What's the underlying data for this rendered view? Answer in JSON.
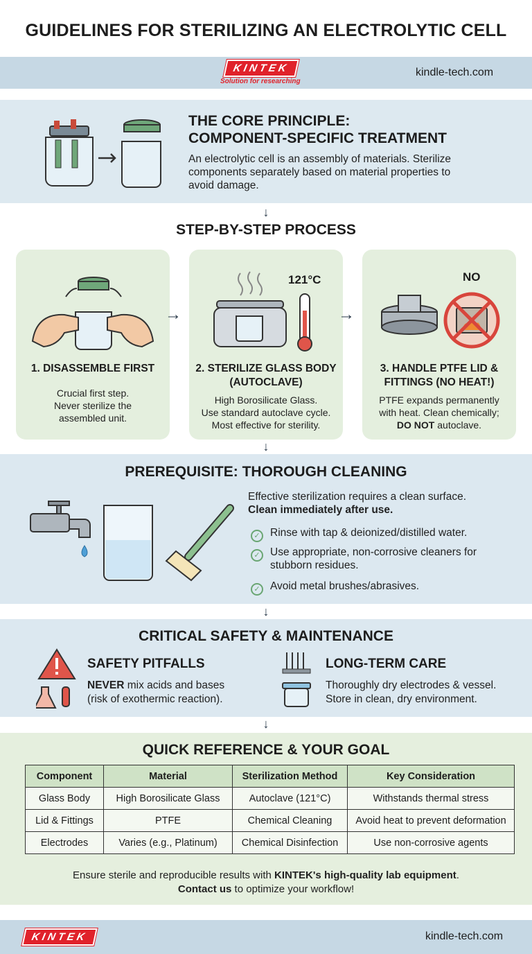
{
  "title": "GUIDELINES FOR STERILIZING AN ELECTROLYTIC CELL",
  "header": {
    "logo": "KINTEK",
    "tagline": "Solution for researching",
    "site": "kindle-tech.com"
  },
  "core": {
    "title_line1": "THE CORE PRINCIPLE:",
    "title_line2": "COMPONENT-SPECIFIC TREATMENT",
    "text_line1": "An electrolytic cell is an assembly of materials. Sterilize",
    "text_line2": "components separately based on material properties to",
    "text_line3": "avoid damage."
  },
  "steps": {
    "heading": "STEP-BY-STEP PROCESS",
    "temp": "121°C",
    "no": "NO",
    "s1": {
      "title": "1. DISASSEMBLE FIRST",
      "l1": "Crucial first step.",
      "l2": "Never sterilize the",
      "l3": "assembled unit."
    },
    "s2": {
      "title_l1": "2. STERILIZE GLASS BODY",
      "title_l2": "(AUTOCLAVE)",
      "l1": "High Borosilicate Glass.",
      "l2": "Use standard autoclave cycle.",
      "l3": "Most effective for sterility."
    },
    "s3": {
      "title_l1": "3. HANDLE PTFE LID &",
      "title_l2": "FITTINGS (NO HEAT!)",
      "l1": "PTFE expands permanently",
      "l2": "with heat. Clean chemically;",
      "l3": "DO NOT",
      "l3b": " autoclave."
    }
  },
  "cleaning": {
    "heading": "PREREQUISITE: THOROUGH CLEANING",
    "intro": "Effective sterilization requires a clean surface.",
    "intro_bold": "Clean immediately after use.",
    "c1": "Rinse with tap & deionized/distilled water.",
    "c2_l1": "Use appropriate, non-corrosive cleaners for",
    "c2_l2": "stubborn residues.",
    "c3": "Avoid metal brushes/abrasives."
  },
  "safety": {
    "heading": "CRITICAL SAFETY & MAINTENANCE",
    "pit_title": "SAFETY PITFALLS",
    "pit_bold": "NEVER",
    "pit_l1": " mix acids and bases",
    "pit_l2": "(risk of exothermic reaction).",
    "care_title": "LONG-TERM CARE",
    "care_l1": "Thoroughly dry electrodes & vessel.",
    "care_l2": "Store in clean, dry environment."
  },
  "reference": {
    "heading": "QUICK REFERENCE & YOUR GOAL",
    "headers": [
      "Component",
      "Material",
      "Sterilization Method",
      "Key Consideration"
    ],
    "rows": [
      [
        "Glass Body",
        "High Borosilicate Glass",
        "Autoclave (121°C)",
        "Withstands thermal stress"
      ],
      [
        "Lid & Fittings",
        "PTFE",
        "Chemical Cleaning",
        "Avoid heat to prevent deformation"
      ],
      [
        "Electrodes",
        "Varies (e.g., Platinum)",
        "Chemical Disinfection",
        "Use non-corrosive agents"
      ]
    ],
    "foot_l1a": "Ensure sterile and reproducible results with ",
    "foot_l1b": "KINTEK's high-quality lab equipment",
    "foot_l1c": ".",
    "foot_l2a": "Contact us",
    "foot_l2b": " to optimize your workflow!"
  },
  "footer": {
    "logo": "KINTEK",
    "site": "kindle-tech.com"
  }
}
